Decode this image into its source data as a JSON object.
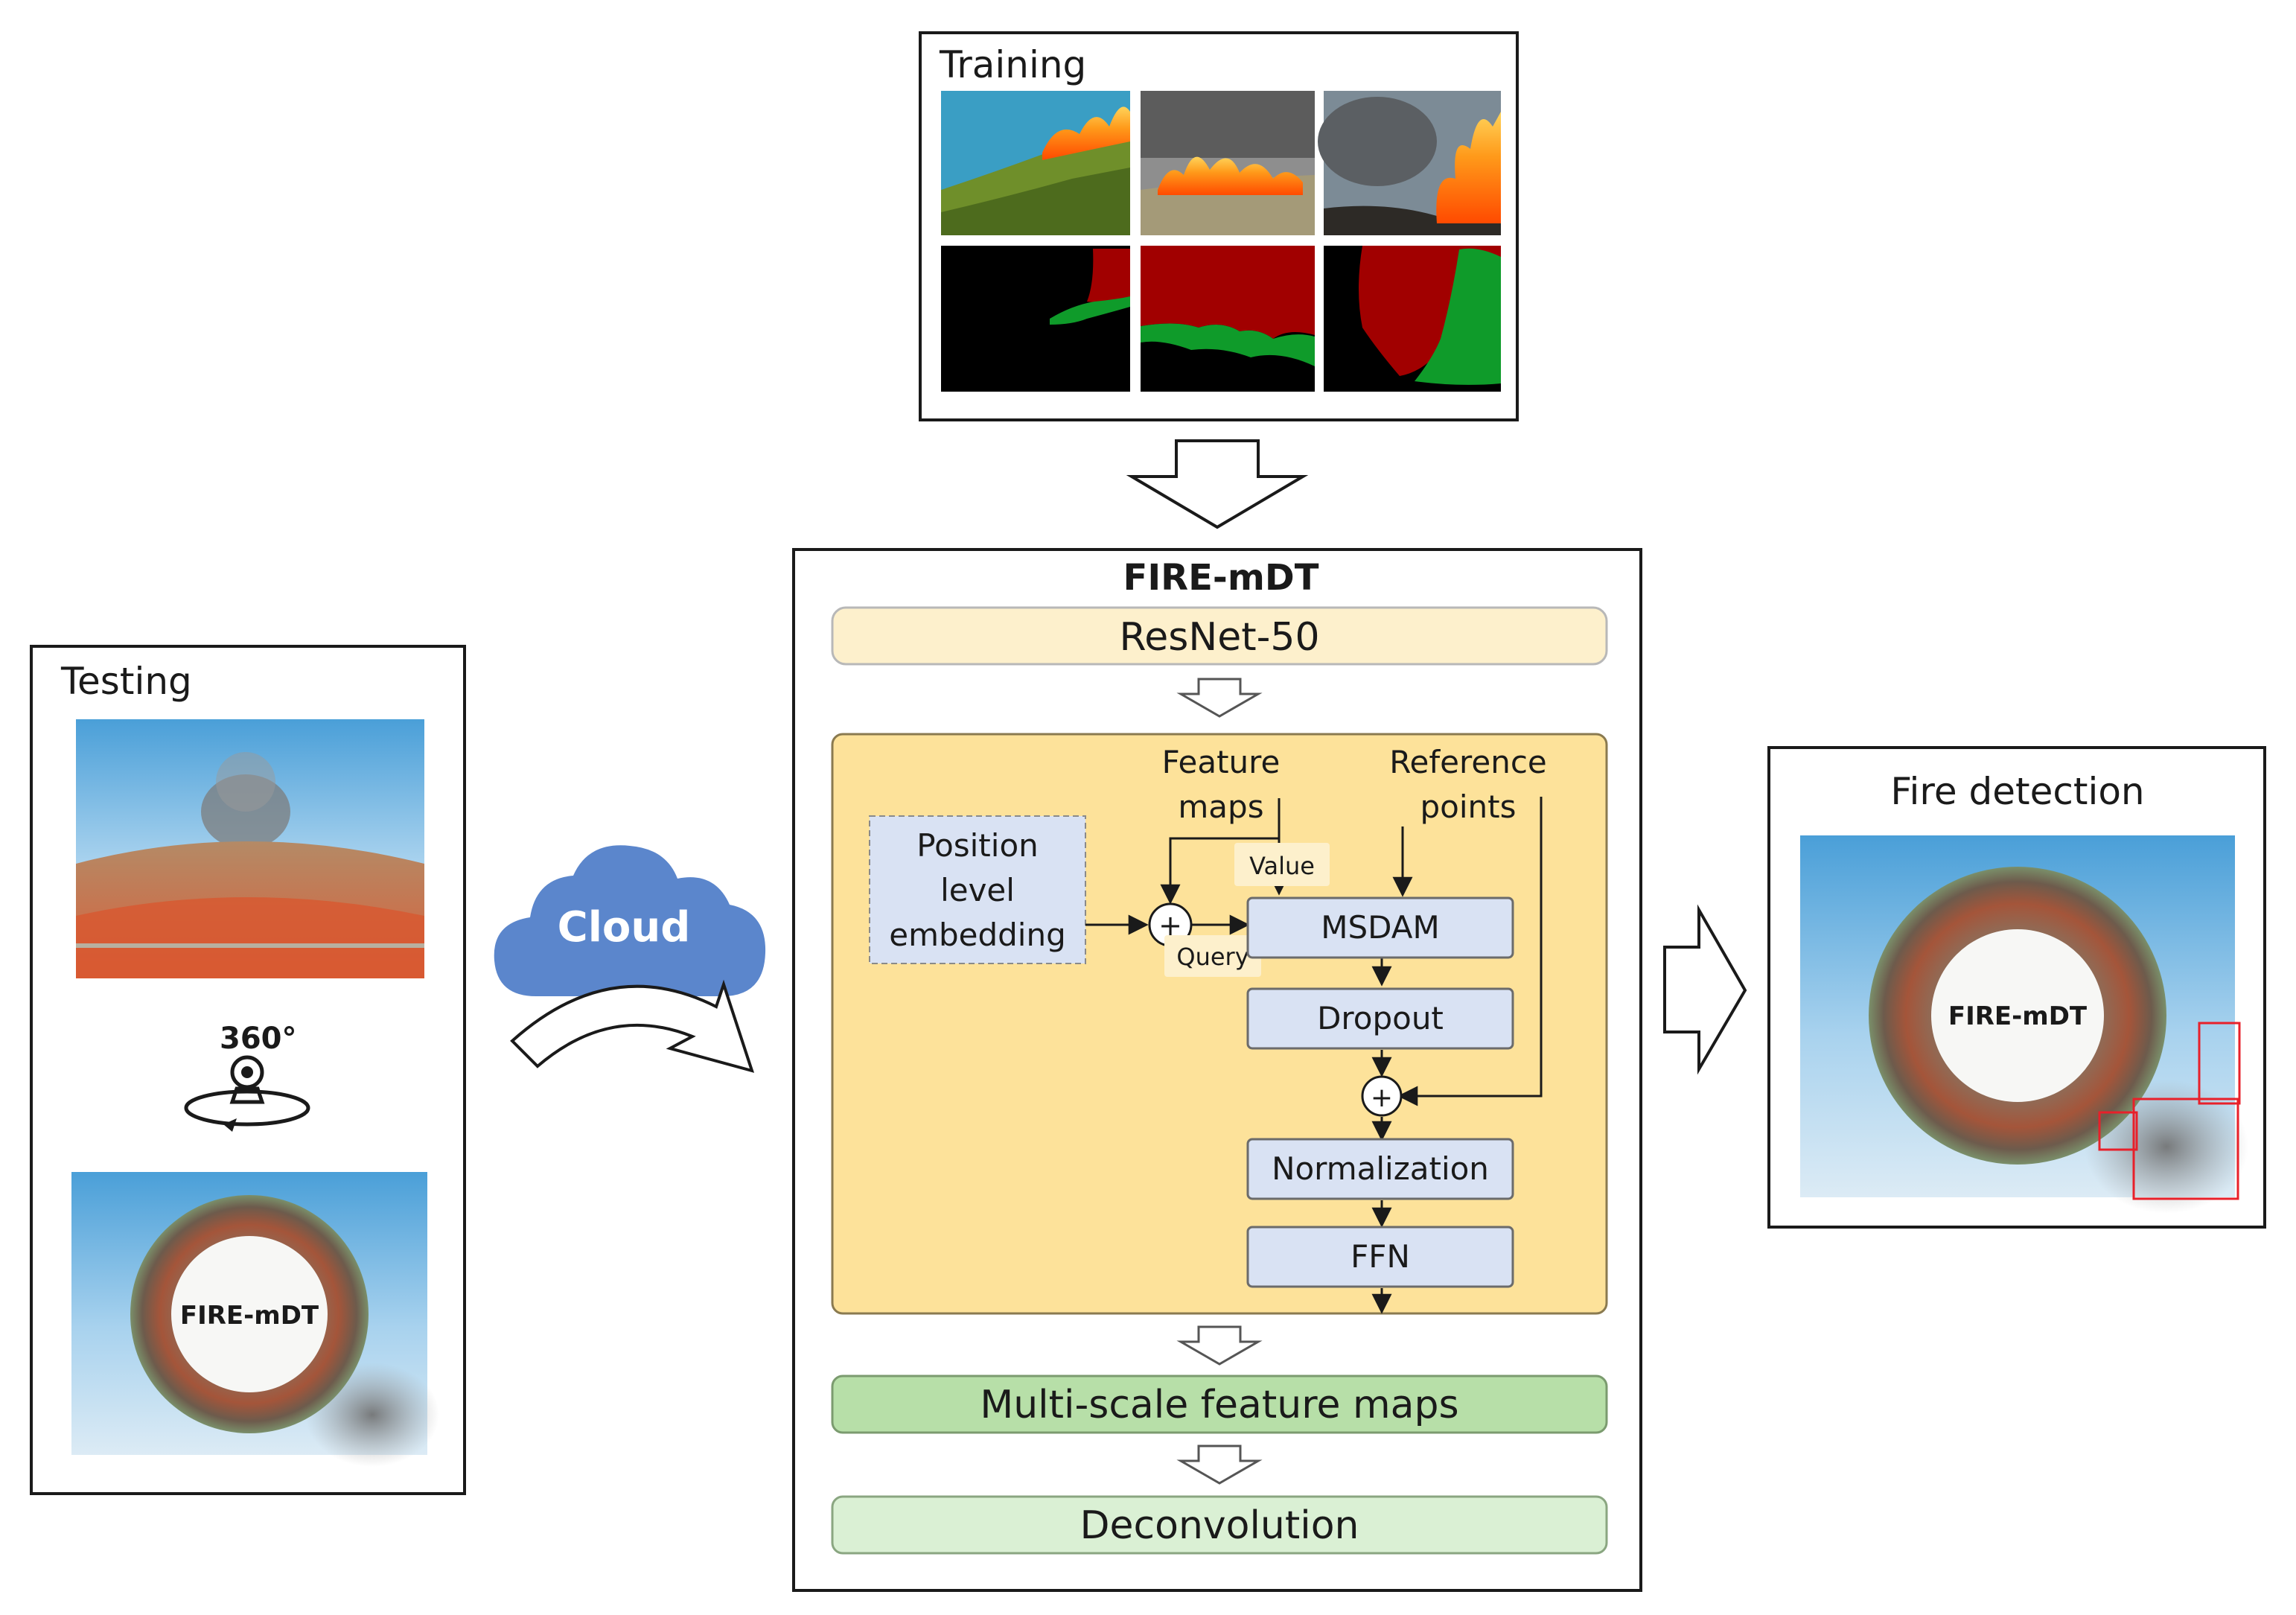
{
  "training": {
    "title": "Training"
  },
  "testing": {
    "title": "Testing",
    "camera_label": "360°",
    "planet_label": "FIRE-mDT"
  },
  "cloud": {
    "label": "Cloud"
  },
  "model": {
    "title": "FIRE-mDT",
    "backbone": "ResNet-50",
    "feature_maps_line1": "Feature",
    "feature_maps_line2": "maps",
    "reference_points_line1": "Reference",
    "reference_points_line2": "points",
    "position_line1": "Position",
    "position_line2": "level",
    "position_line3": "embedding",
    "value_tag": "Value",
    "query_tag": "Query",
    "plus": "+",
    "msdam": "MSDAM",
    "dropout": "Dropout",
    "normalization": "Normalization",
    "ffn": "FFN",
    "multiscale": "Multi-scale feature maps",
    "deconvolution": "Deconvolution"
  },
  "output": {
    "title": "Fire detection",
    "planet_label": "FIRE-mDT"
  },
  "colors": {
    "backbone_fill": "#fdf0cc",
    "encoder_fill": "#fde29a",
    "block_fill": "#d9e2f3",
    "multiscale_fill": "#b7dfa8",
    "deconv_fill": "#daf0d4",
    "cloud_fill": "#5b86cc",
    "mask_fire": "#a10000",
    "mask_smoke": "#0f9b2a",
    "detection_box": "#e8202a"
  }
}
